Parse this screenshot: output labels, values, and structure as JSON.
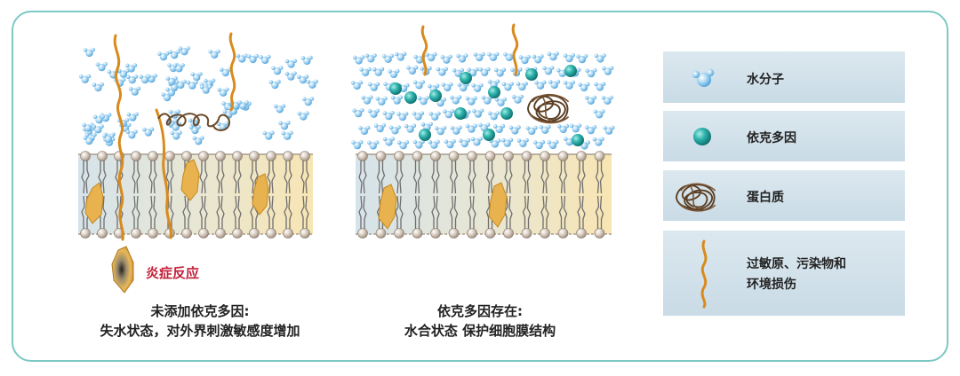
{
  "left_panel": {
    "inflammation_label": "炎症反应",
    "caption_line1": "未添加依克多因:",
    "caption_line2": "失水状态，对外界刺激敏感度增加"
  },
  "middle_panel": {
    "caption_line1": "依克多因存在:",
    "caption_line2": "水合状态 保护细胞膜结构"
  },
  "legend": {
    "items": [
      {
        "label": "水分子",
        "icon": "water-molecule-icon"
      },
      {
        "label": "依克多因",
        "icon": "ectoine-icon"
      },
      {
        "label": "蛋白质",
        "icon": "protein-icon"
      },
      {
        "label_line1": "过敏原、污染物和",
        "label_line2": "环境损伤",
        "icon": "allergen-icon"
      }
    ]
  },
  "colors": {
    "frame": "#7cc8c3",
    "membrane": "#f3e3b8",
    "water": "#6fb3e0",
    "ectoine": "#1f9e9a",
    "allergen": "#d98a1c",
    "protein": "#6b4a2b",
    "inflammation_text": "#c21f3a"
  }
}
